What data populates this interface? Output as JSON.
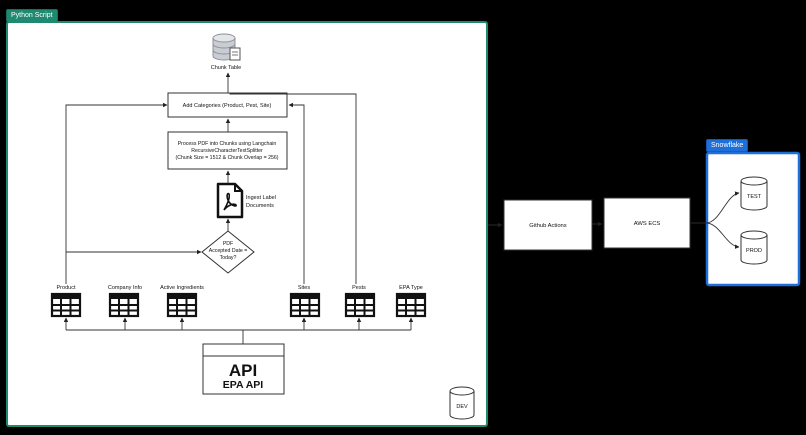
{
  "containers": {
    "python_script": "Python Script",
    "snowflake": "Snowflake"
  },
  "nodes": {
    "chunk_table": "Chunk Table",
    "add_categories": "Add Categories (Product, Pest, Site)",
    "process_pdf": [
      "Process PDF into Chunks using Langchain",
      "RecursiveCharacterTextSplitter",
      "(Chunk Size = 1512 & Chunk Overlap = 256)"
    ],
    "ingest": [
      "Ingest Label",
      "Documents"
    ],
    "decision": [
      "PDF",
      "Accepted Date =",
      "Today?"
    ],
    "tables": {
      "product": "Product",
      "company_info": "Company Info",
      "active_ingredients": "Active Ingredients",
      "sites": "Sites",
      "pests": "Pests",
      "epa_type": "EPA Type"
    },
    "api_logo": "API",
    "api_name": "EPA API",
    "dev": "DEV",
    "github_actions": "Github Actions",
    "aws_ecs": "AWS ECS",
    "test": "TEST",
    "prod": "PROD"
  },
  "colors": {
    "background": "#000000",
    "python_border": "#1f8a70",
    "snowflake_border": "#1e6fd9"
  }
}
